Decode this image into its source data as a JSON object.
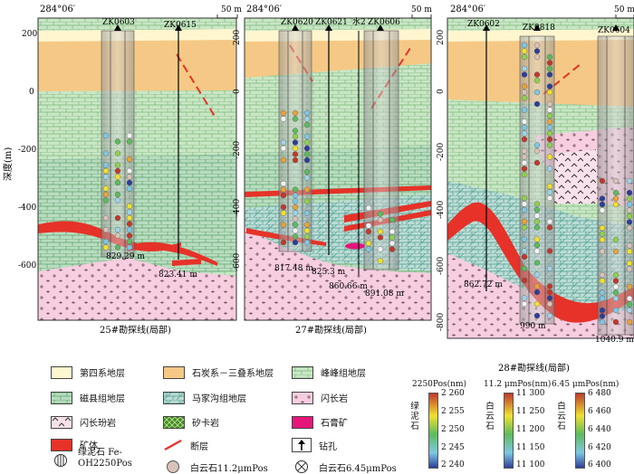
{
  "panels": [
    {
      "longitude": "284°06′",
      "scale": "50 m",
      "caption": "25#勘探线(局部)",
      "holes": [
        {
          "name": "ZK0603",
          "depth_label": "829.29 m"
        },
        {
          "name": "ZK0615",
          "depth_label": "823.41 m"
        }
      ]
    },
    {
      "longitude": "284°06′",
      "scale": "50 m",
      "caption": "27#勘探线(局部)",
      "holes": [
        {
          "name": "ZK0620",
          "depth_label": "817.48 m"
        },
        {
          "name": "ZK0621",
          "depth_label": "825.3 m"
        },
        {
          "name": "水2",
          "depth_label": "860.66 m"
        },
        {
          "name": "ZK0606",
          "depth_label": "891.08 m"
        }
      ]
    },
    {
      "longitude": "284°06′",
      "scale": "50 m",
      "caption": "28#勘探线(局部)",
      "holes": [
        {
          "name": "ZK0602",
          "depth_label": "862.72 m"
        },
        {
          "name": "ZK0818",
          "depth_label": "990 m"
        },
        {
          "name": "ZK0604",
          "depth_label": "1040.9 m"
        }
      ]
    }
  ],
  "depth_axis": {
    "title": "深度(m)",
    "ticks": [
      "200",
      "0",
      "-200",
      "-400",
      "-600",
      "-800"
    ]
  },
  "legend": [
    {
      "label": "第四系地层",
      "pattern": "quaternary"
    },
    {
      "label": "石炭系－三叠系地层",
      "pattern": "carboniferous"
    },
    {
      "label": "峰峰组地层",
      "pattern": "fengfeng"
    },
    {
      "label": "磁县组地层",
      "pattern": "cixian"
    },
    {
      "label": "马家沟组地层",
      "pattern": "majiagou"
    },
    {
      "label": "闪长岩",
      "pattern": "diorite"
    },
    {
      "label": "闪长玢岩",
      "pattern": "porphyrite"
    },
    {
      "label": "矽卡岩",
      "pattern": "skarn"
    },
    {
      "label": "石膏矿",
      "pattern": "gypsum"
    },
    {
      "label": "矿体",
      "pattern": "orebody"
    },
    {
      "label": "断层",
      "pattern": "fault"
    },
    {
      "label": "钻孔",
      "pattern": "borehole"
    },
    {
      "label": "绿泥石 Fe-OH2250Pos",
      "pattern": "chlorite"
    },
    {
      "label": "白云石11.2μmPos",
      "pattern": "dolomite112"
    },
    {
      "label": "白云石6.45μmPos",
      "pattern": "dolomite645"
    }
  ],
  "colorbars": [
    {
      "title": "2250Pos(nm)",
      "name": "绿泥石",
      "ticks": [
        "2 260",
        "2 255",
        "2 250",
        "2 245",
        "2 240"
      ],
      "colors": [
        "#c0392b",
        "#f0e130",
        "#5dbb5d",
        "#7ec8e3",
        "#2c3e99"
      ]
    },
    {
      "title": "11.2 μmPos(nm)",
      "name": "白云石",
      "ticks": [
        "11 300",
        "11 250",
        "11 200",
        "11 150",
        "11 100"
      ],
      "colors": [
        "#c0392b",
        "#f0e130",
        "#5dbb5d",
        "#7ec8e3",
        "#2c3e99"
      ]
    },
    {
      "title": "6.45 μmPos(nm)",
      "name": "白云石",
      "ticks": [
        "6 480",
        "6 460",
        "6 440",
        "6 420",
        "6 400"
      ],
      "colors": [
        "#c0392b",
        "#f0e130",
        "#5dbb5d",
        "#7ec8e3",
        "#2c3e99"
      ]
    }
  ]
}
